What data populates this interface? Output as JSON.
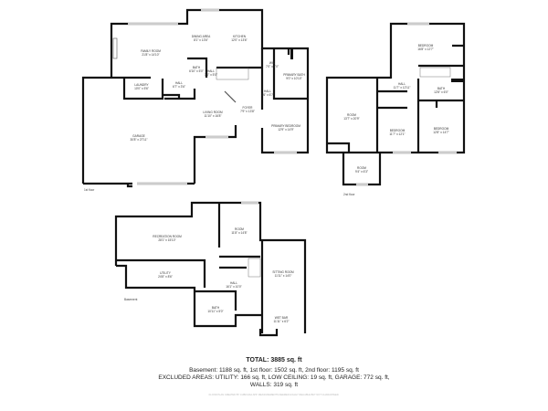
{
  "floors": {
    "first": {
      "label": "1st floor",
      "rooms": [
        {
          "name": "FAMILY ROOM",
          "dims": "21'8\" x 14'10\""
        },
        {
          "name": "DINING AREA",
          "dims": "8'1\" x 13'6\""
        },
        {
          "name": "KITCHEN",
          "dims": "12'0\" x 13'6\""
        },
        {
          "name": "BATH",
          "dims": "6'10\" x 5'0\""
        },
        {
          "name": "HALL",
          "dims": "3'0\" x 5'0\""
        },
        {
          "name": "LAUNDRY",
          "dims": "10'0\" x 5'6\""
        },
        {
          "name": "HALL",
          "dims": "6'7\" x 3'6\""
        },
        {
          "name": "WIC",
          "dims": "7'0\" x 7'0\""
        },
        {
          "name": "PRIMARY BATH",
          "dims": "9'0\" x 10'10\""
        },
        {
          "name": "HALL",
          "dims": "3'6\" x 6'7\""
        },
        {
          "name": "LIVING ROOM",
          "dims": "11'10\" x 16'8\""
        },
        {
          "name": "FOYER",
          "dims": "7'9\" x 13'8\""
        },
        {
          "name": "PRIMARY BEDROOM",
          "dims": "12'9\" x 14'9\""
        },
        {
          "name": "GARAGE",
          "dims": "30'8\" x 27'11\""
        }
      ]
    },
    "second": {
      "label": "2nd floor",
      "rooms": [
        {
          "name": "BEDROOM",
          "dims": "16'8\" x 12'7\""
        },
        {
          "name": "HALL",
          "dims": "11'7\" x 12'11\""
        },
        {
          "name": "BATH",
          "dims": "12'8\" x 6'0\""
        },
        {
          "name": "ROOM",
          "dims": "13'7\" x 20'9\""
        },
        {
          "name": "BEDROOM",
          "dims": "11'7\" x 12'1\""
        },
        {
          "name": "BEDROOM",
          "dims": "12'8\" x 14'7\""
        },
        {
          "name": "ROOM",
          "dims": "9'4\" x 6'3\""
        }
      ]
    },
    "basement": {
      "label": "Basement",
      "rooms": [
        {
          "name": "RECREATION ROOM",
          "dims": "28'1\" x 15'10\""
        },
        {
          "name": "ROOM",
          "dims": "11'8\" x 14'8\""
        },
        {
          "name": "UTILITY",
          "dims": "24'8\" x 8'6\""
        },
        {
          "name": "HALL",
          "dims": "16'1\" x 10'0\""
        },
        {
          "name": "SITTING ROOM",
          "dims": "11'11\" x 14'0\""
        },
        {
          "name": "BATH",
          "dims": "10'11\" x 5'0\""
        },
        {
          "name": "WET BAR",
          "dims": "11'11\" x 6'2\""
        }
      ]
    }
  },
  "summary": {
    "total": "TOTAL: 3885 sq. ft",
    "floors_line": "Basement: 1188 sq. ft, 1st floor: 1502 sq. ft, 2nd floor: 1195 sq. ft",
    "excluded_line": "EXCLUDED AREAS: UTILITY: 166 sq. ft, LOW CEILING: 19 sq. ft, GARAGE: 772 sq. ft,",
    "walls_line": "WALLS: 319 sq. ft",
    "credit": "FLOOR PLAN CREATED BY CUBICASA APP. MEASUREMENTS DEEMED HIGHLY RELIABLE BUT NOT GUARANTEED."
  }
}
